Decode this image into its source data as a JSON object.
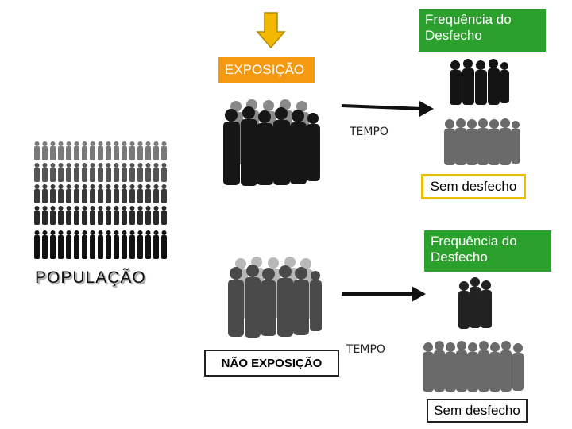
{
  "top_right_outcome": {
    "label": "Frequência do Desfecho"
  },
  "exposure": {
    "label": "EXPOSIÇÃO"
  },
  "tempo_top": {
    "label": "TEMPO"
  },
  "no_outcome_top": {
    "label": "Sem desfecho"
  },
  "populacao": {
    "label": "POPULAÇÃO"
  },
  "middle_outcome": {
    "label": "Frequência do Desfecho"
  },
  "no_exposure": {
    "label": "NÃO EXPOSIÇÃO"
  },
  "tempo_bottom": {
    "label": "TEMPO"
  },
  "no_outcome_bottom": {
    "label": "Sem desfecho"
  },
  "colors": {
    "green": "#2ca02c",
    "orange": "#f59a10",
    "arrow_yellow": "#f5b800",
    "yellow_border": "#e8c000",
    "black": "#111111",
    "gray": "#666666"
  },
  "icons": [
    "down-arrow-icon",
    "right-arrow-icon",
    "people-crowd-icon"
  ]
}
